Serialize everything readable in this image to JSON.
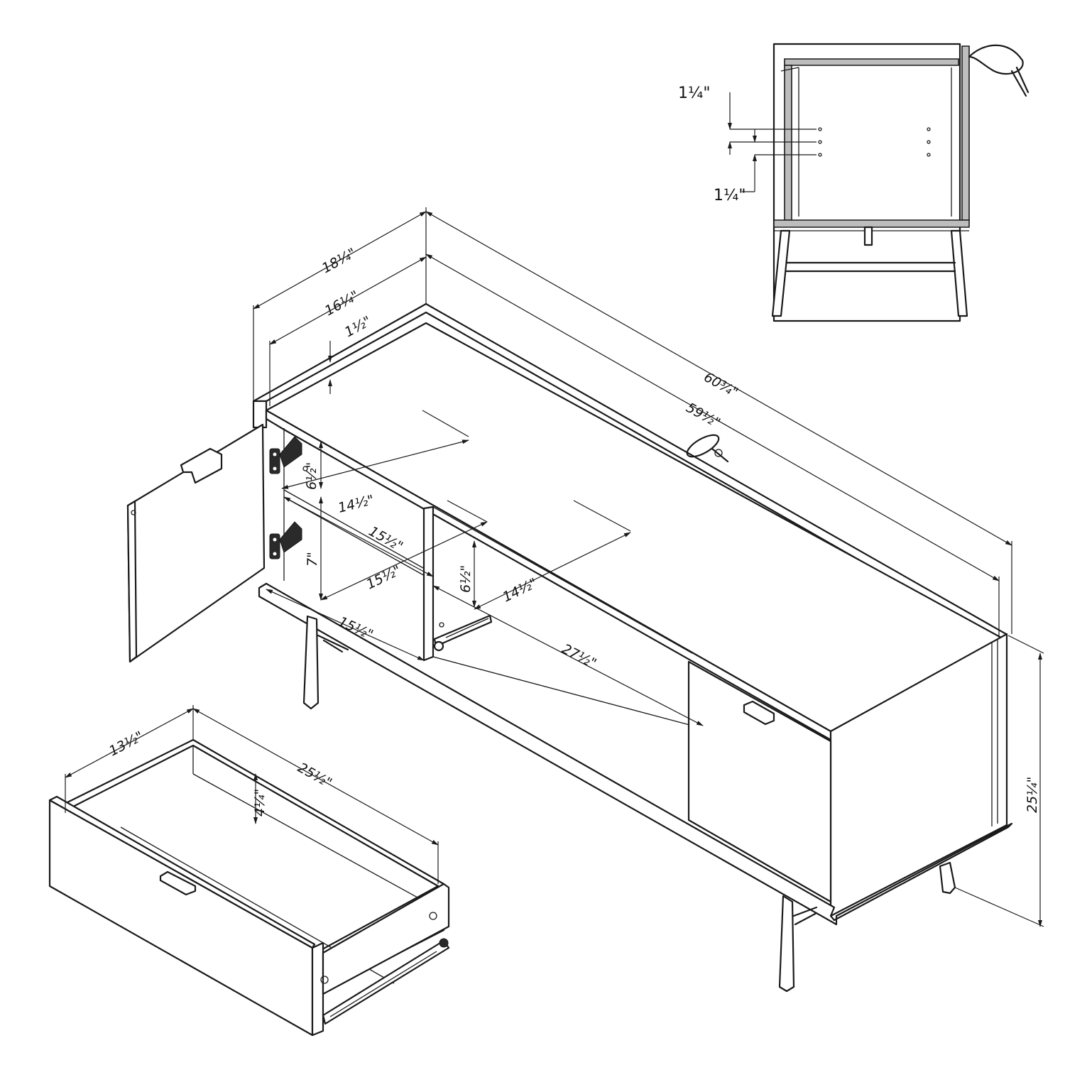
{
  "dimensions": {
    "overall_depth": "18¼\"",
    "inner_depth": "16¼\"",
    "top_thickness": "1½\"",
    "overall_width": "60¾\"",
    "inner_width": "59½\"",
    "upper_shelf_height": "6½\"",
    "upper_shelf_depth": "14½\"",
    "upper_shelf_width": "15½\"",
    "lower_shelf_height": "7\"",
    "lower_shelf_width": "15½\"",
    "bottom_width": "15½\"",
    "drawer_bay_height": "6½\"",
    "drawer_bay_depth": "14½\"",
    "open_compartment_width": "27½\"",
    "overall_height": "25¼\"",
    "drawer_depth": "13½\"",
    "drawer_width": "25½\"",
    "drawer_height": "4¼\"",
    "detail_spacing_top": "1¼\"",
    "detail_spacing_bottom": "1¼\""
  }
}
